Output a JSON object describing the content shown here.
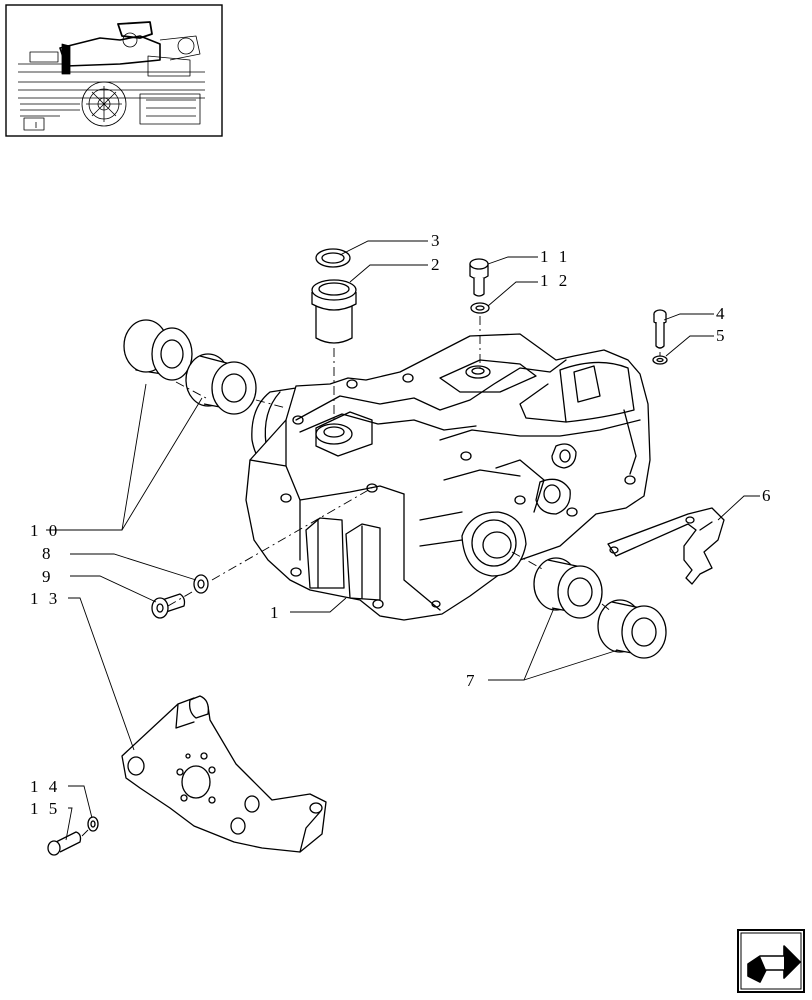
{
  "labels": {
    "p1": "1",
    "p2": "2",
    "p3": "3",
    "p4": "4",
    "p5": "5",
    "p6": "6",
    "p7": "7",
    "p8": "8",
    "p9": "9",
    "p10": "1 0",
    "p11": "1 1",
    "p12": "1 2",
    "p13": "1 3",
    "p14": "1 4",
    "p15": "1 5"
  },
  "icons": {
    "thumbnail": "tractor-thumbnail-icon",
    "nav": "next-page-arrow-icon"
  }
}
